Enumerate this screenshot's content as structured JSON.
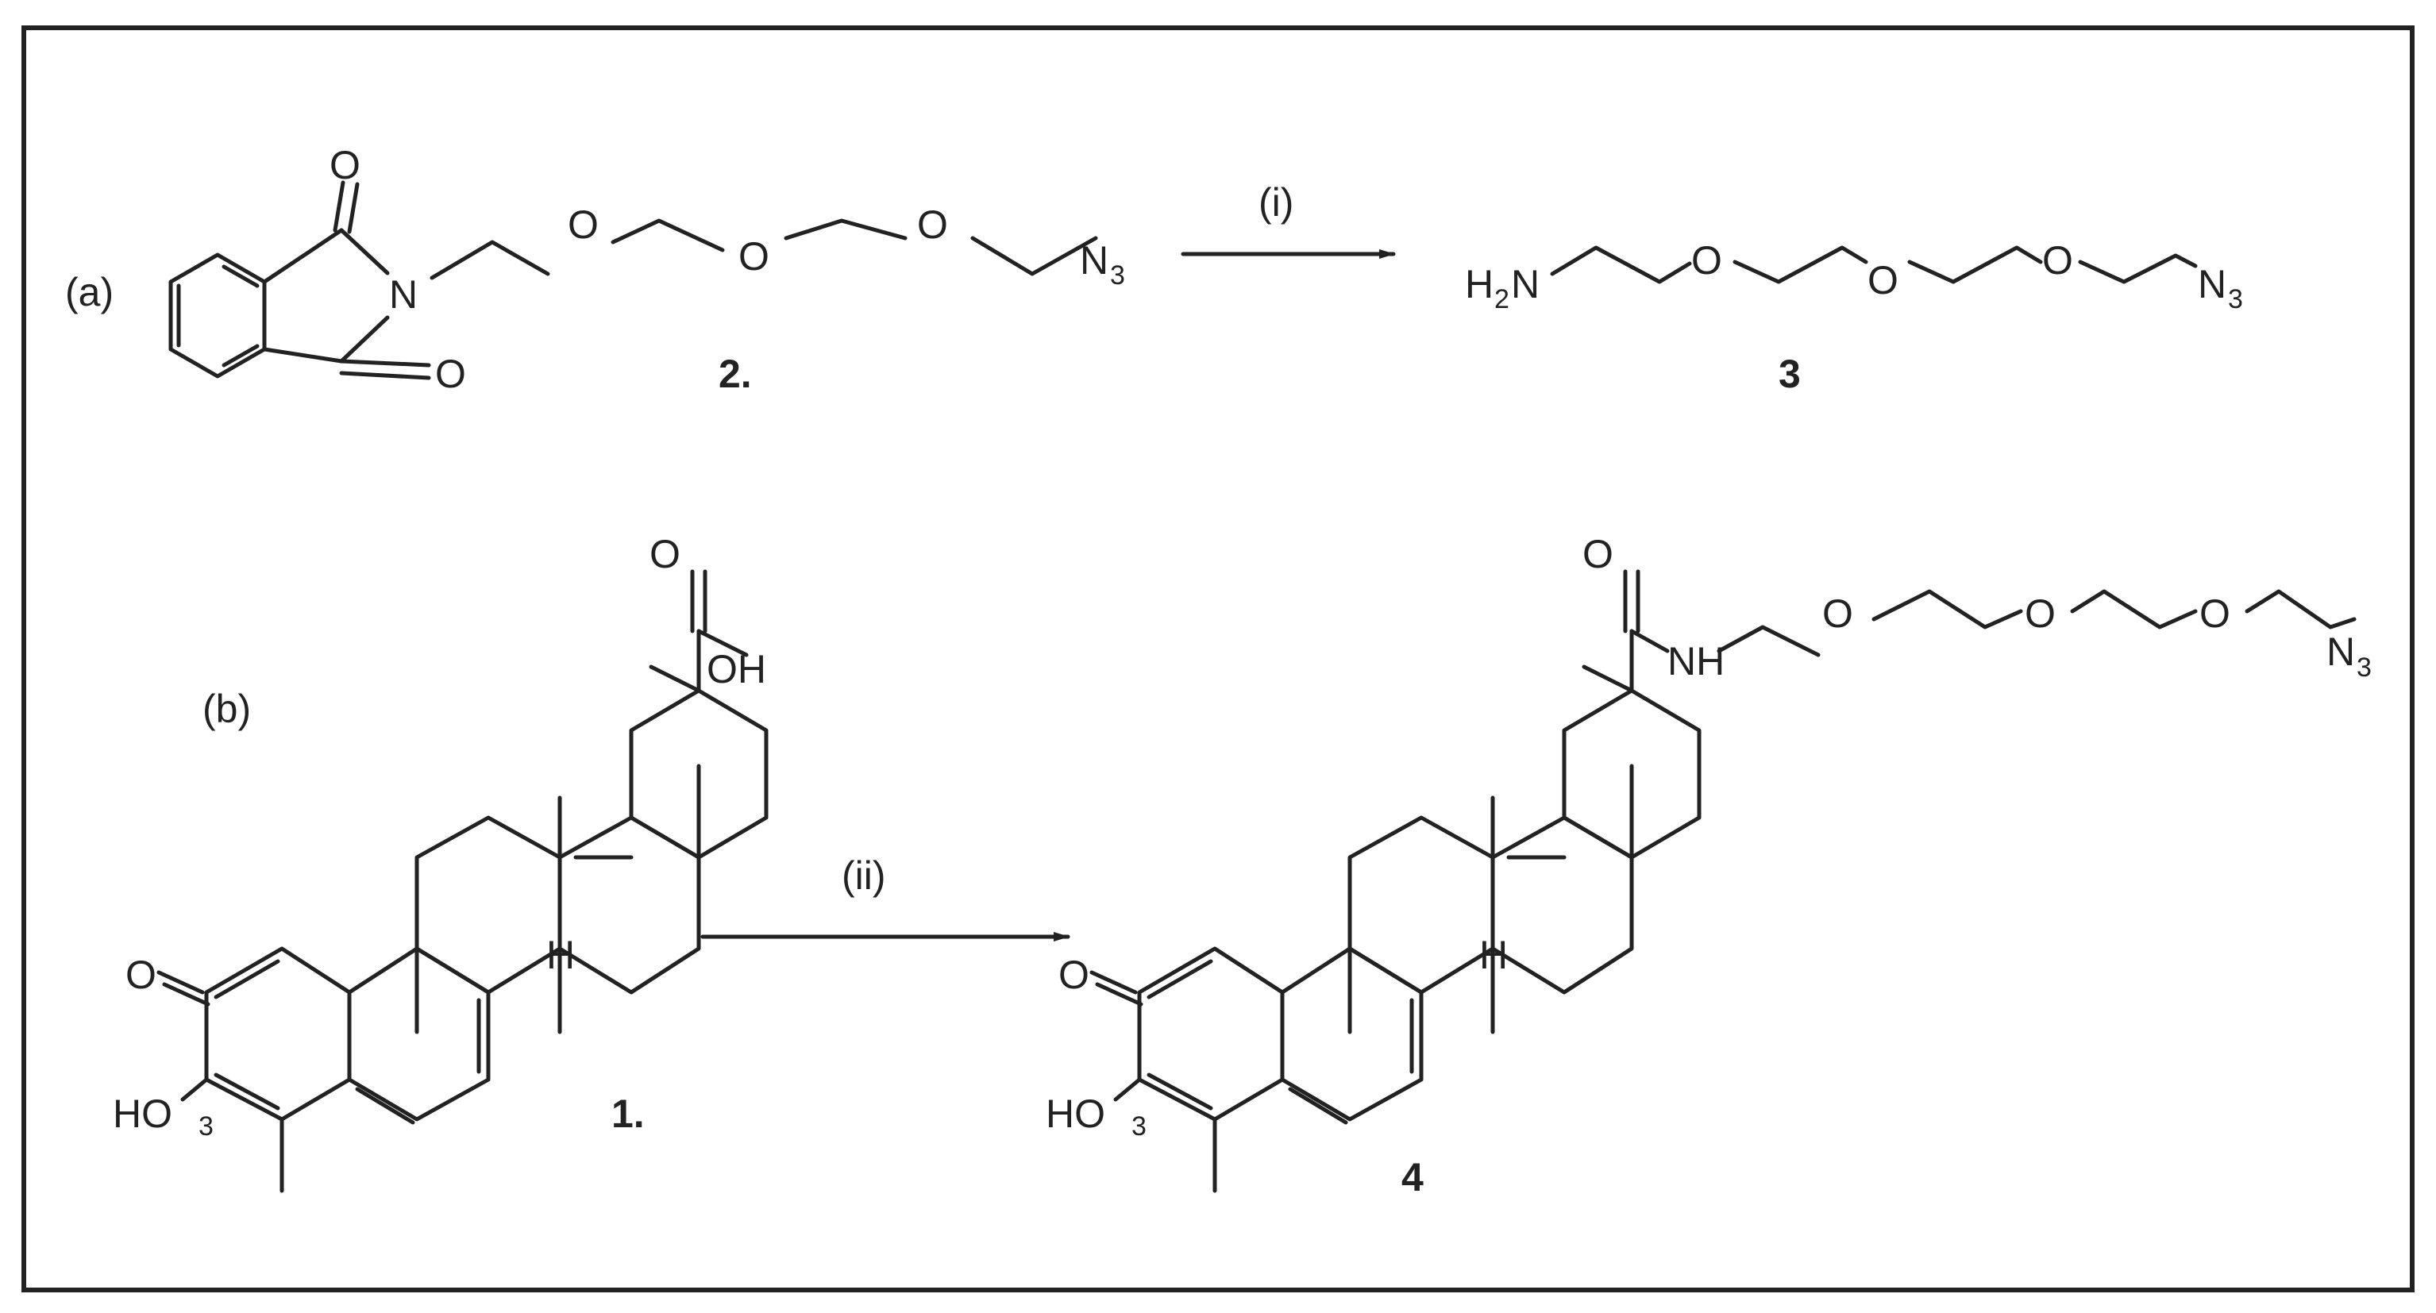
{
  "figure": {
    "part_a": {
      "label": "(a)",
      "reactant_label": "2.",
      "condition": "(i)",
      "product_label": "3",
      "atoms": {
        "carbonyl_o": "O",
        "imide_n": "N",
        "ether_o": "O",
        "azide_n": "N",
        "azide_sub": "3",
        "amine_h": "H",
        "amine_sub": "2",
        "amine_n": "N"
      }
    },
    "part_b": {
      "label": "(b)",
      "reactant_label": "1.",
      "condition": "(ii)",
      "product_label": "4",
      "atoms": {
        "keto_o": "O",
        "hydroxyl": "HO",
        "locant": "3",
        "stereo_h": "H",
        "acid_oh": "OH",
        "carbonyl_o": "O",
        "amide_nh": "NH",
        "ether_o": "O",
        "azide_n": "N",
        "azide_sub": "3"
      }
    }
  }
}
